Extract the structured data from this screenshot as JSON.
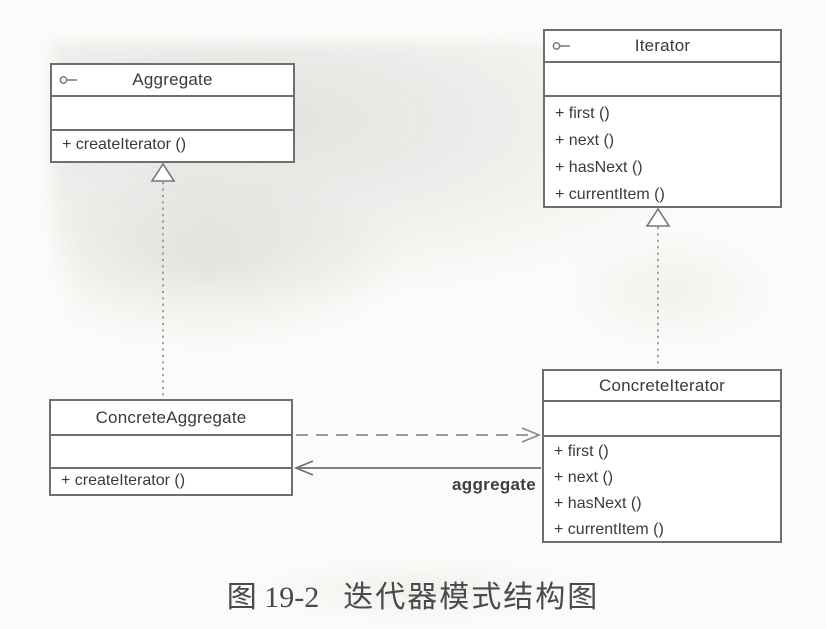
{
  "diagram": {
    "caption": {
      "figure_label": "图 19-2",
      "title": "迭代器模式结构图"
    },
    "classes": {
      "aggregate": {
        "name": "Aggregate",
        "stereotype_icon": "interface-lollipop-icon",
        "attributes": [],
        "operations": [
          "+ createIterator ()"
        ]
      },
      "iterator": {
        "name": "Iterator",
        "stereotype_icon": "interface-lollipop-icon",
        "attributes": [],
        "operations": [
          "+ first ()",
          "+ next ()",
          "+ hasNext ()",
          "+ currentItem ()"
        ]
      },
      "concrete_aggregate": {
        "name": "ConcreteAggregate",
        "attributes": [],
        "operations": [
          "+ createIterator ()"
        ]
      },
      "concrete_iterator": {
        "name": "ConcreteIterator",
        "attributes": [],
        "operations": [
          "+ first ()",
          "+ next ()",
          "+ hasNext ()",
          "+ currentItem ()"
        ]
      }
    },
    "relationships": [
      {
        "type": "realization",
        "from": "ConcreteAggregate",
        "to": "Aggregate",
        "label": ""
      },
      {
        "type": "realization",
        "from": "ConcreteIterator",
        "to": "Iterator",
        "label": ""
      },
      {
        "type": "dependency",
        "from": "ConcreteAggregate",
        "to": "ConcreteIterator",
        "label": ""
      },
      {
        "type": "association",
        "from": "ConcreteIterator",
        "to": "ConcreteAggregate",
        "label": "aggregate"
      }
    ],
    "colors": {
      "line": "#6f6f6f",
      "dashed_line": "#8c8c8c",
      "text": "#3a3a3a",
      "background": "#fcfbf9"
    }
  }
}
